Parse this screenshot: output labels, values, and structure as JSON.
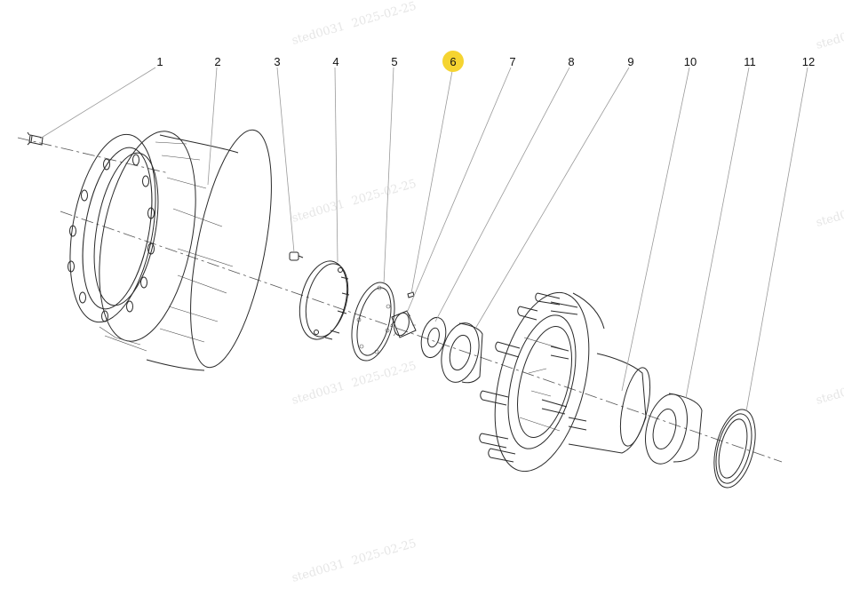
{
  "callouts": [
    {
      "label": "1"
    },
    {
      "label": "2"
    },
    {
      "label": "3"
    },
    {
      "label": "4"
    },
    {
      "label": "5"
    },
    {
      "label": "6",
      "highlighted": true
    },
    {
      "label": "7"
    },
    {
      "label": "8"
    },
    {
      "label": "9"
    },
    {
      "label": "10"
    },
    {
      "label": "11"
    },
    {
      "label": "12"
    }
  ],
  "highlight_color": "#f5d431",
  "watermark": {
    "user": "sted0031",
    "date": "2025-02-25"
  }
}
